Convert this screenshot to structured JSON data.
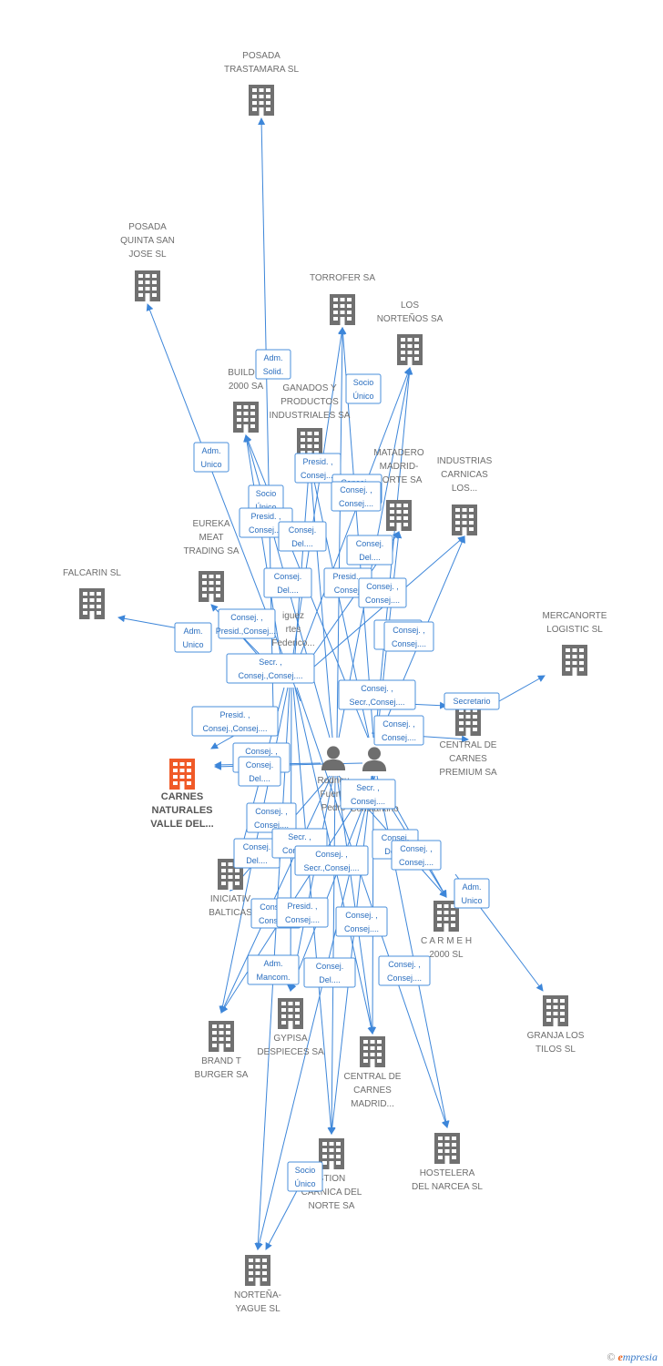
{
  "colors": {
    "edge": "#3d86d9",
    "company": "#707070",
    "focus": "#f05a28",
    "person": "#6e6e6e",
    "label": "#6d6d6d",
    "boxText": "#2a6ebf"
  },
  "nodes": [
    {
      "id": "posada_trastamara",
      "type": "company",
      "lines": [
        "POSADA",
        "TRASTAMARA SL"
      ]
    },
    {
      "id": "posada_quinta",
      "type": "company",
      "lines": [
        "POSADA",
        "QUINTA SAN",
        "JOSE SL"
      ]
    },
    {
      "id": "torrofer",
      "type": "company",
      "lines": [
        "TORROFER SA"
      ]
    },
    {
      "id": "los_nortenos",
      "type": "company",
      "lines": [
        "LOS",
        "NORTEÑOS SA"
      ]
    },
    {
      "id": "building",
      "type": "company",
      "lines": [
        "BUILDIN",
        "2000 SA"
      ]
    },
    {
      "id": "ganados",
      "type": "company",
      "lines": [
        "GANADOS Y",
        "PRODUCTOS",
        "INDUSTRIALES SA"
      ]
    },
    {
      "id": "matadero",
      "type": "company",
      "lines": [
        "MATADERO",
        "MADRID-",
        "NORTE SA"
      ]
    },
    {
      "id": "industrias",
      "type": "company",
      "lines": [
        "INDUSTRIAS",
        "CARNICAS",
        "LOS..."
      ]
    },
    {
      "id": "eureka",
      "type": "company",
      "lines": [
        "EUREKA",
        "MEAT",
        "TRADING SA"
      ]
    },
    {
      "id": "falcarin",
      "type": "company",
      "lines": [
        "FALCARIN SL"
      ]
    },
    {
      "id": "mercanorte",
      "type": "company",
      "lines": [
        "MERCANORTE",
        "LOGISTIC  SL"
      ]
    },
    {
      "id": "central_premium",
      "type": "company",
      "lines": [
        "CENTRAL DE",
        "CARNES",
        "PREMIUM SA"
      ]
    },
    {
      "id": "carnes_naturales",
      "type": "focus",
      "lines": [
        "CARNES",
        "NATURALES",
        "VALLE DEL..."
      ]
    },
    {
      "id": "iniciativas",
      "type": "company",
      "lines": [
        "INICIATIV",
        "BALTICAS"
      ]
    },
    {
      "id": "carmeh",
      "type": "company",
      "lines": [
        "C A R M E H",
        "2000 SL"
      ]
    },
    {
      "id": "granja",
      "type": "company",
      "lines": [
        "GRANJA LOS",
        "TILOS SL"
      ]
    },
    {
      "id": "brand_t",
      "type": "company",
      "lines": [
        "BRAND T",
        "BURGER SA"
      ]
    },
    {
      "id": "gypisa",
      "type": "company",
      "lines": [
        "GYPISA",
        "DESPIECES SA"
      ]
    },
    {
      "id": "central_madrid",
      "type": "company",
      "lines": [
        "CENTRAL DE",
        "CARNES",
        "MADRID..."
      ]
    },
    {
      "id": "hostelera",
      "type": "company",
      "lines": [
        "HOSTELERA",
        "DEL NARCEA SL"
      ]
    },
    {
      "id": "gestion",
      "type": "company",
      "lines": [
        "STION",
        "CARNICA DEL",
        "NORTE SA"
      ]
    },
    {
      "id": "nortena",
      "type": "company",
      "lines": [
        "NORTEÑA-",
        "YAGUE SL"
      ]
    },
    {
      "id": "rodriguez_federico",
      "type": "person",
      "lines": [
        "iguez",
        "rtes",
        "Federico..."
      ]
    },
    {
      "id": "rodriguez_fuertes",
      "type": "person",
      "lines": [
        "Rodrigu",
        "Fuerte",
        "Pedro"
      ]
    },
    {
      "id": "constantino",
      "type": "person",
      "lines": [
        "Constantino"
      ]
    }
  ],
  "relations": [
    {
      "lines": [
        "Adm.",
        "Solid."
      ]
    },
    {
      "lines": [
        "Socio",
        "Único"
      ]
    },
    {
      "lines": [
        "Adm.",
        "Unico"
      ]
    },
    {
      "lines": [
        "Presid. ,",
        "Consej...."
      ]
    },
    {
      "lines": [
        "Consej. ,",
        "Consej...."
      ]
    },
    {
      "lines": [
        "Socio",
        "Único"
      ]
    },
    {
      "lines": [
        "Presid. ,",
        "Consej...."
      ]
    },
    {
      "lines": [
        "Consej. ,",
        "Consej...."
      ]
    },
    {
      "lines": [
        "Consej.",
        "Del...."
      ]
    },
    {
      "lines": [
        "Consej.",
        "Del...."
      ]
    },
    {
      "lines": [
        "Consej.",
        "Del...."
      ]
    },
    {
      "lines": [
        "Presid. ,",
        "Consej."
      ]
    },
    {
      "lines": [
        "Consej. ,",
        "Consej...."
      ]
    },
    {
      "lines": [
        "Consej. ,",
        "Presid.,Consej...."
      ]
    },
    {
      "lines": [
        "Adm.",
        "Unico"
      ]
    },
    {
      "lines": [
        "Consej.",
        "Consej"
      ]
    },
    {
      "lines": [
        "Consej.",
        "Del...."
      ]
    },
    {
      "lines": [
        "Consej. ,",
        "Consej...."
      ]
    },
    {
      "lines": [
        "Secr. ,",
        "Consej.,Consej...."
      ]
    },
    {
      "lines": [
        "Consej. ,",
        "Secr.,Consej...."
      ]
    },
    {
      "lines": [
        "Secretario"
      ]
    },
    {
      "lines": [
        "Consej. ,",
        "Consej...."
      ]
    },
    {
      "lines": [
        "Presid. ,",
        "Consej.,Consej...."
      ]
    },
    {
      "lines": [
        "Consej. ,",
        "Consej...."
      ]
    },
    {
      "lines": [
        "Consej.",
        "Del...."
      ]
    },
    {
      "lines": [
        "Secr. ,",
        "Consej...."
      ]
    },
    {
      "lines": [
        "Consej. ,",
        "Consej...."
      ]
    },
    {
      "lines": [
        "Consej.",
        "Del...."
      ]
    },
    {
      "lines": [
        "Consej.",
        "Del...."
      ]
    },
    {
      "lines": [
        "Secr. ,",
        "Consej...."
      ]
    },
    {
      "lines": [
        "Consej. ,",
        "Secr.,Consej...."
      ]
    },
    {
      "lines": [
        "Consej. ,",
        "Consej...."
      ]
    },
    {
      "lines": [
        "Adm.",
        "Unico"
      ]
    },
    {
      "lines": [
        "Consej. ,",
        "Consej...."
      ]
    },
    {
      "lines": [
        "Presid. ,",
        "Consej...."
      ]
    },
    {
      "lines": [
        "Consej. ,",
        "Consej...."
      ]
    },
    {
      "lines": [
        "Adm.",
        "Mancom."
      ]
    },
    {
      "lines": [
        "Consej.",
        "Del...."
      ]
    },
    {
      "lines": [
        "Consej. ,",
        "Consej...."
      ]
    },
    {
      "lines": [
        "Socio",
        "Único"
      ]
    }
  ],
  "edges": [],
  "brand": {
    "copyright": "©",
    "initial": "e",
    "rest": "mpresia"
  }
}
